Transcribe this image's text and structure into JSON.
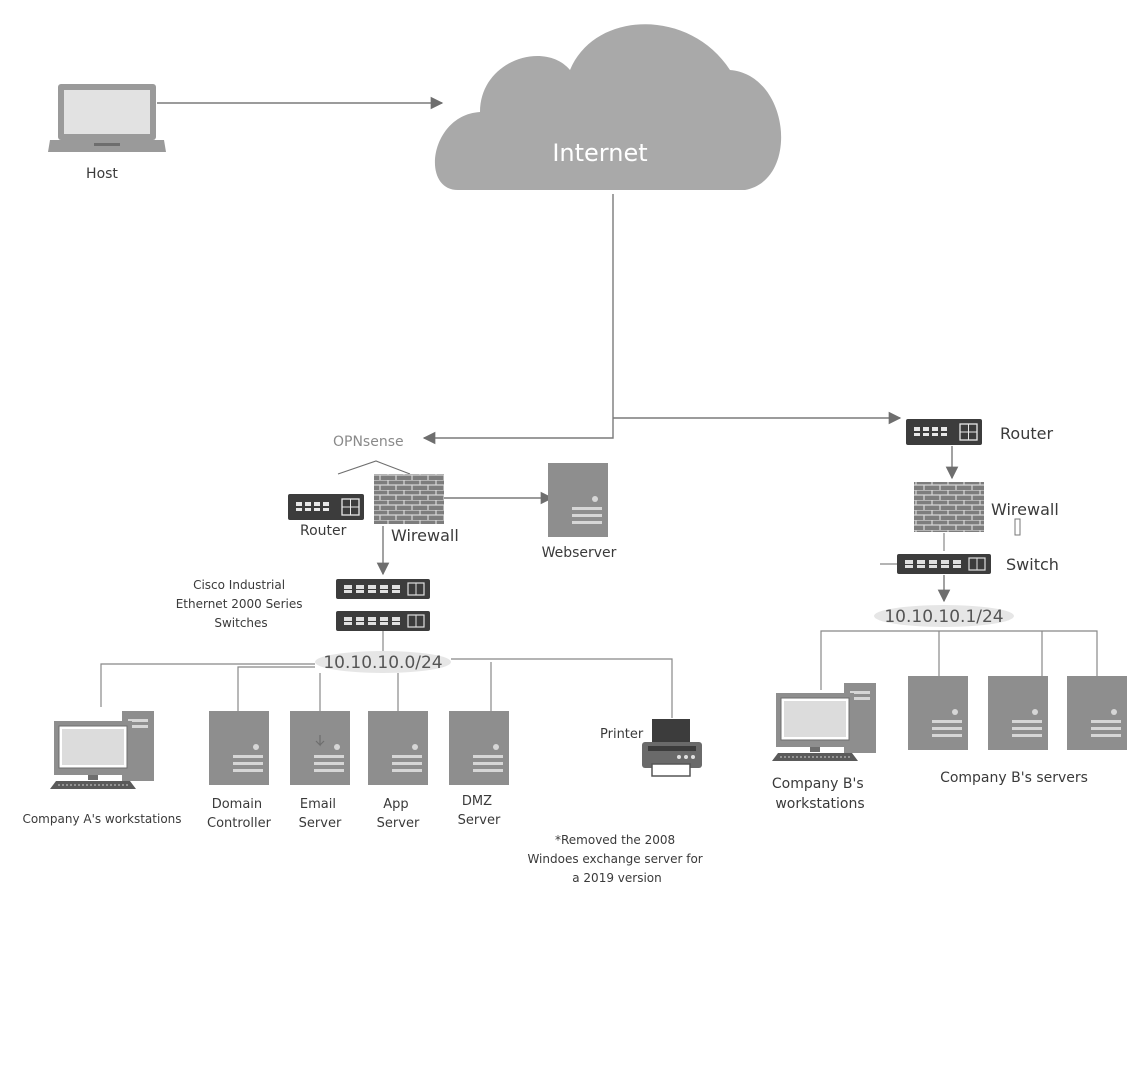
{
  "cloud": {
    "label": "Internet"
  },
  "host": {
    "label": "Host"
  },
  "company_a": {
    "firewall_name": "OPNsense",
    "router": "Router",
    "firewall": "Wirewall",
    "webserver": "Webserver",
    "switch_label_lines": [
      "Cisco Industrial",
      "Ethernet 2000 Series",
      "Switches"
    ],
    "subnet": "10.10.10.0/24",
    "workstations": "Company A's workstations",
    "servers": [
      {
        "lines": [
          "Domain",
          "Controller"
        ]
      },
      {
        "lines": [
          "Email",
          "Server"
        ]
      },
      {
        "lines": [
          "App",
          "Server"
        ]
      },
      {
        "lines": [
          "DMZ",
          "Server"
        ]
      }
    ],
    "printer": "Printer",
    "note_lines": [
      "*Removed the 2008",
      "Windoes exchange server for",
      "a 2019 version"
    ]
  },
  "company_b": {
    "router": "Router",
    "firewall": "Wirewall",
    "switch": "Switch",
    "subnet": "10.10.10.1/24",
    "workstations_lines": [
      "Company B's",
      "workstations"
    ],
    "servers": "Company B's servers"
  },
  "colors": {
    "cloud": "#a9a9a9",
    "device_dark": "#3c3c3c",
    "server_gray": "#8e8e8e",
    "brick": "#7d7d7d"
  }
}
